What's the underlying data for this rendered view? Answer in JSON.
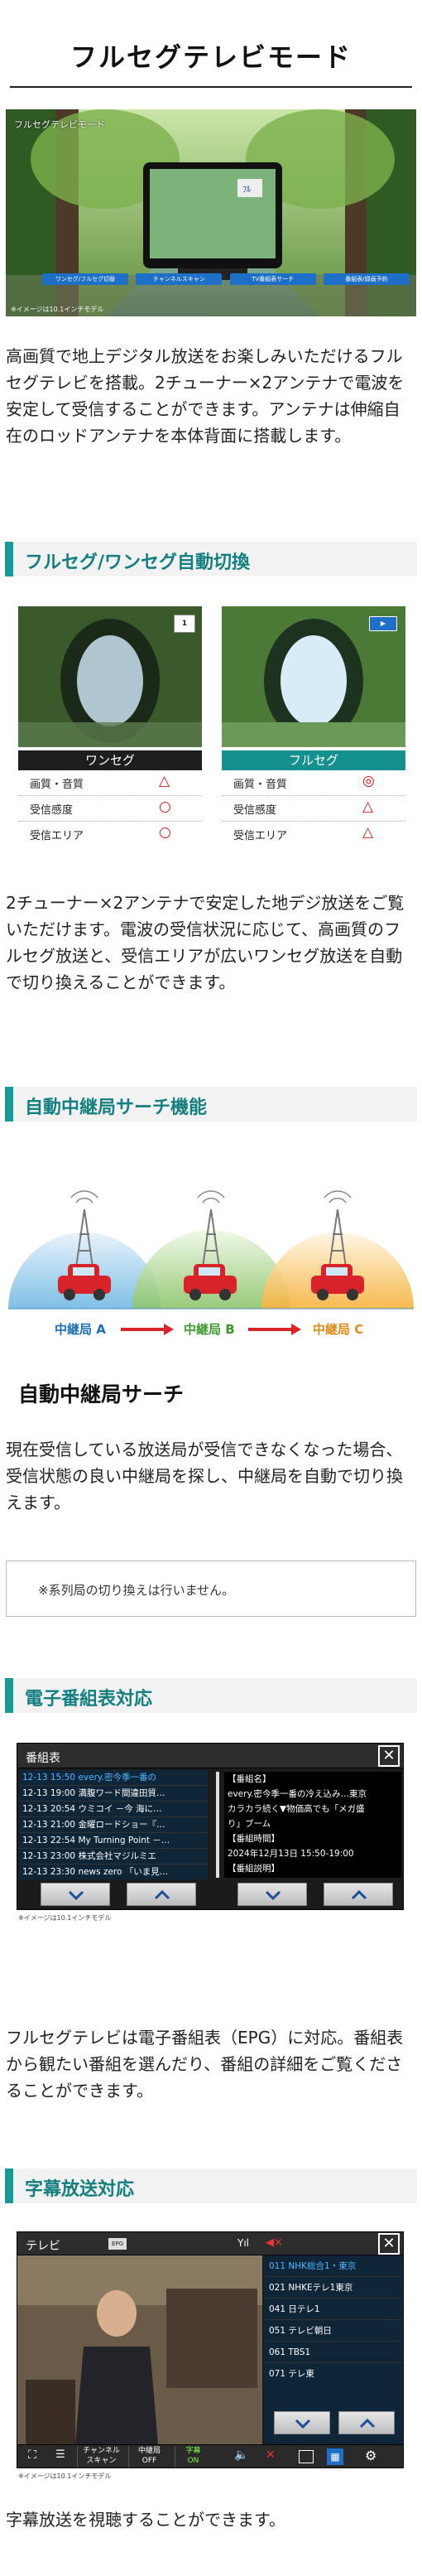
{
  "page_title": "フルセグテレビモード",
  "hero": {
    "caption": "フルセグテレビモード",
    "buttons": [
      "ワンセグ/フルセグ切替",
      "チャンネルスキャン",
      "TV番組表サーチ",
      "番組表/録画予約"
    ],
    "note": "※イメージは10.1インチモデル"
  },
  "intro": "高画質で地上デジタル放送をお楽しみいただけるフルセグテレビを搭載。2チューナー×2アンテナで電波を安定して受信することができます。アンテナは伸縮自在のロッドアンテナを本体背面に搭載します。",
  "sec1": {
    "heading": "フルセグ/ワンセグ自動切換",
    "left": {
      "label": "ワンセグ",
      "rows": [
        {
          "name": "画質・音質",
          "mark": "△"
        },
        {
          "name": "受信感度",
          "mark": "○"
        },
        {
          "name": "受信エリア",
          "mark": "○"
        }
      ]
    },
    "right": {
      "label": "フルセグ",
      "rows": [
        {
          "name": "画質・音質",
          "mark": "◎"
        },
        {
          "name": "受信感度",
          "mark": "△"
        },
        {
          "name": "受信エリア",
          "mark": "△"
        }
      ]
    },
    "body": "2チューナー×2アンテナで安定した地デジ放送をご覧いただけます。電波の受信状況に応じて、高画質のフルセグ放送と、受信エリアが広いワンセグ放送を自動で切り換えることができます。"
  },
  "sec2": {
    "heading": "自動中継局サーチ機能",
    "stations": [
      "中継局 A",
      "中継局 B",
      "中継局 C"
    ],
    "subheading": "自動中継局サーチ",
    "body": "現在受信している放送局が受信できなくなった場合、受信状態の良い中継局を探し、中継局を自動で切り換えます。",
    "notice": "※系列局の切り換えは行いません。"
  },
  "sec3": {
    "heading": "電子番組表対応",
    "screen_title": "番組表",
    "list": [
      "12-13 15:50 every.密今季一番の",
      "12-13 19:00 満腹ワード間違田質…",
      "12-13 20:54 ウミコイ －今 海に…",
      "12-13 21:00 金曜ロードショー『…",
      "12-13 22:54 My Turning Point －…",
      "12-13 23:00 株式会社マジルミエ",
      "12-13 23:30 news zero 「いま見…"
    ],
    "detail": [
      "【番組名】",
      "every.密今季一番の冷え込み…東京",
      "カラカラ続く▼物価高でも「メガ盛",
      "り」ブーム",
      "【番組時間】",
      "2024年12月13日 15:50-19:00",
      "【番組説明】"
    ],
    "note": "※イメージは10.1インチモデル",
    "body": "フルセグテレビは電子番組表（EPG）に対応。番組表から観たい番組を選んだり、番組の詳細をご覧くださることができます。"
  },
  "sec4": {
    "heading": "字幕放送対応",
    "screen_title": "テレビ",
    "epg_badge": "EPG",
    "channels": [
      "011 NHK総合1・東京",
      "021 NHKEテレ1東京",
      "041 日テレ1",
      "051 テレビ朝日",
      "061 TBS1",
      "071 テレ東"
    ],
    "bottom": [
      "チャンネル\nスキャン",
      "中継局\nOFF",
      "字幕\nON"
    ],
    "note": "※イメージは10.1インチモデル",
    "body": "字幕放送を視聴することができます。"
  }
}
